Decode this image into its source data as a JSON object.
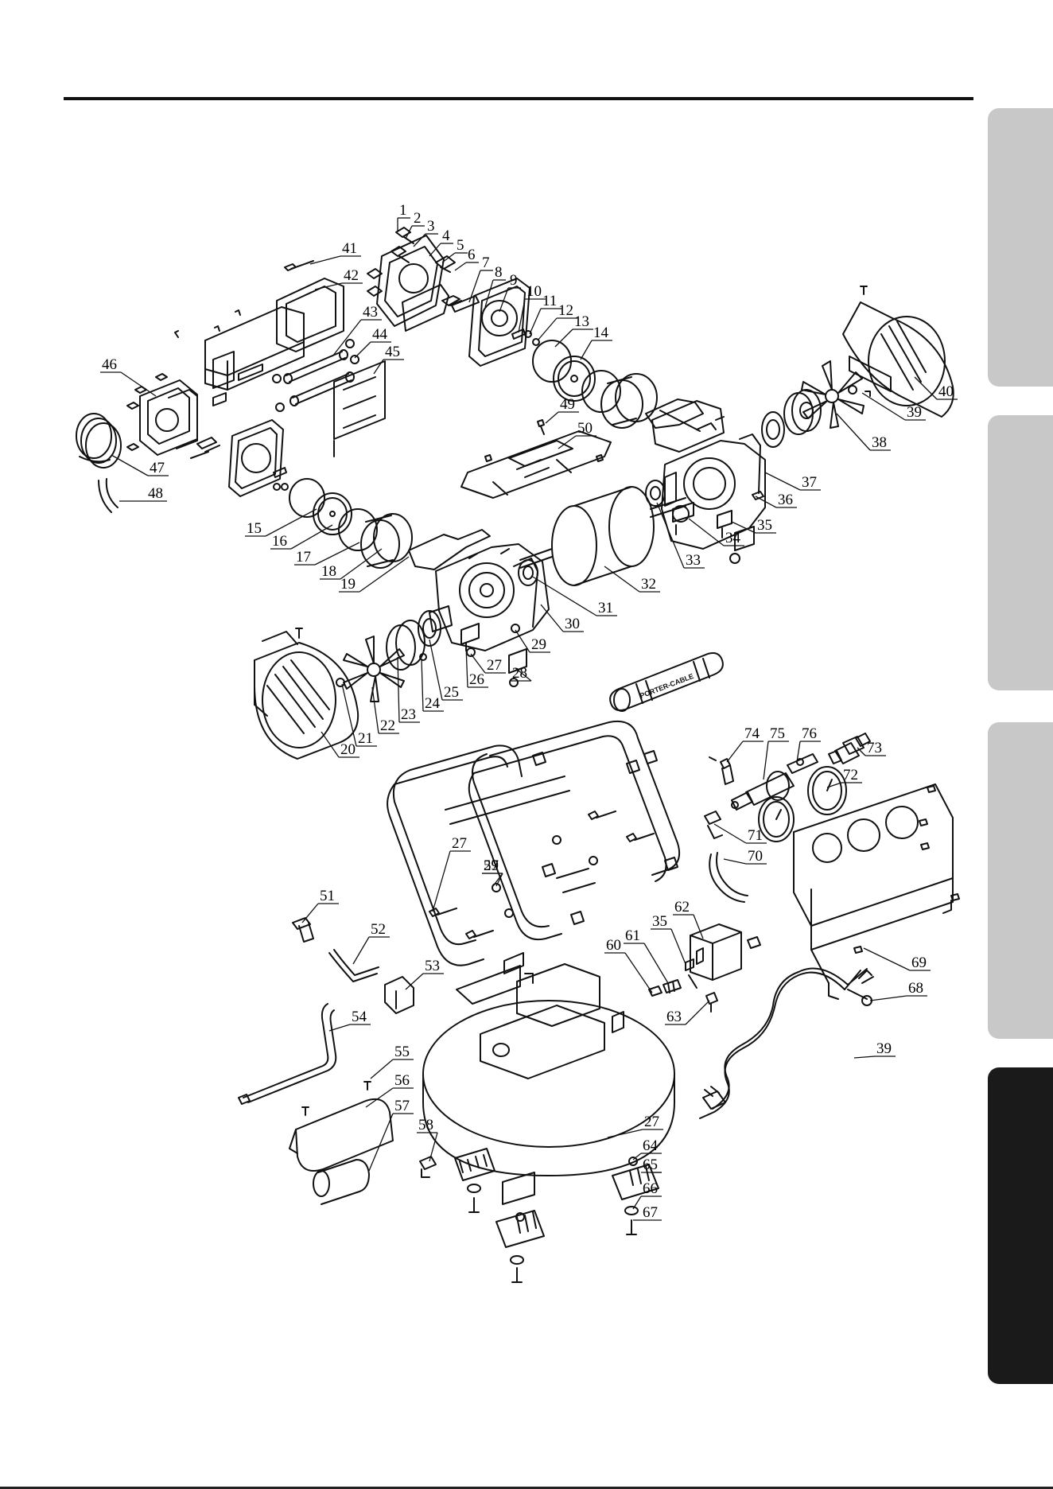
{
  "diagram": {
    "callouts": [
      "1",
      "2",
      "3",
      "4",
      "5",
      "6",
      "7",
      "8",
      "9",
      "10",
      "11",
      "12",
      "13",
      "14",
      "15",
      "16",
      "17",
      "18",
      "19",
      "20",
      "21",
      "22",
      "23",
      "24",
      "25",
      "26",
      "27",
      "28",
      "29",
      "30",
      "31",
      "32",
      "33",
      "34",
      "35",
      "36",
      "37",
      "38",
      "39",
      "40",
      "41",
      "42",
      "43",
      "44",
      "45",
      "46",
      "47",
      "48",
      "49",
      "50",
      "27",
      "35",
      "39",
      "51",
      "52",
      "53",
      "54",
      "55",
      "56",
      "57",
      "58",
      "27",
      "59",
      "60",
      "61",
      "62",
      "63",
      "27",
      "64",
      "65",
      "66",
      "67",
      "68",
      "69",
      "70",
      "71",
      "72",
      "73",
      "74",
      "75",
      "76"
    ],
    "logo_text": "PORTER-CABLE",
    "colors": {
      "line": "#111111",
      "tab_gray": "#c8c8c8",
      "tab_dark": "#1a1a1a"
    }
  }
}
